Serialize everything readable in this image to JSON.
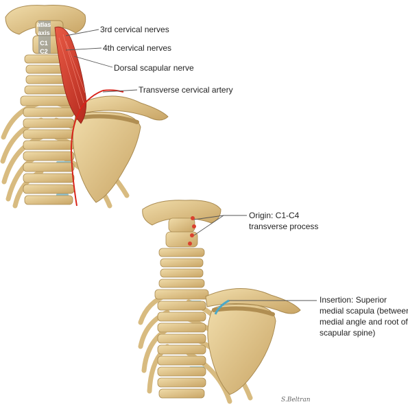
{
  "top_view": {
    "vertebra_labels": [
      "atlas",
      "axis",
      "C1",
      "C2"
    ],
    "labels": {
      "third_cervical": "3rd cervical nerves",
      "fourth_cervical": "4th cervical nerves",
      "dorsal_scapular": "Dorsal scapular nerve",
      "transverse_artery": "Transverse cervical artery"
    }
  },
  "bottom_view": {
    "labels": {
      "origin_line1": "Origin: C1-C4",
      "origin_line2": "transverse process",
      "insertion_line1": "Insertion: Superior",
      "insertion_line2": "medial scapula (between",
      "insertion_line3": "medial angle and root of",
      "insertion_line4": "scapular spine)"
    }
  },
  "signature": "S.Beltran",
  "colors": {
    "bone": "#e0c48a",
    "bone_dark": "#b08e52",
    "muscle": "#d9412f",
    "disc": "#8fc3d3",
    "label": "#222222"
  }
}
